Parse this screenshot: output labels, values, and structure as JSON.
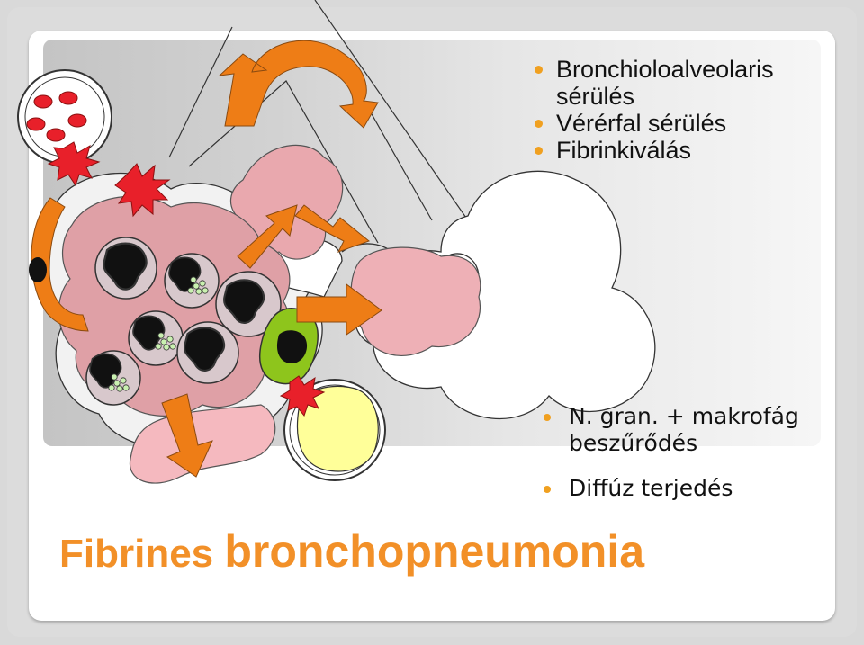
{
  "title": {
    "word1": "Fibrines",
    "word2": "bronchopneumonia"
  },
  "bullets_top": [
    "Bronchioloalveolaris sérülés",
    "Vérérfal sérülés",
    "Fibrinkiválás"
  ],
  "bullets_bottom": [
    "N. gran. + makrofág beszűrődés",
    "Diffúz terjedés"
  ],
  "colors": {
    "accent": "#f29028",
    "arrow": "#ee7d16",
    "bullet": "#f0a020",
    "fibrin": "#e8a7ad",
    "rbc": "#e8202a",
    "damage_star": "#e8202a",
    "macrophage_green": "#8ec51c",
    "fat_yellow": "#ffff99"
  }
}
